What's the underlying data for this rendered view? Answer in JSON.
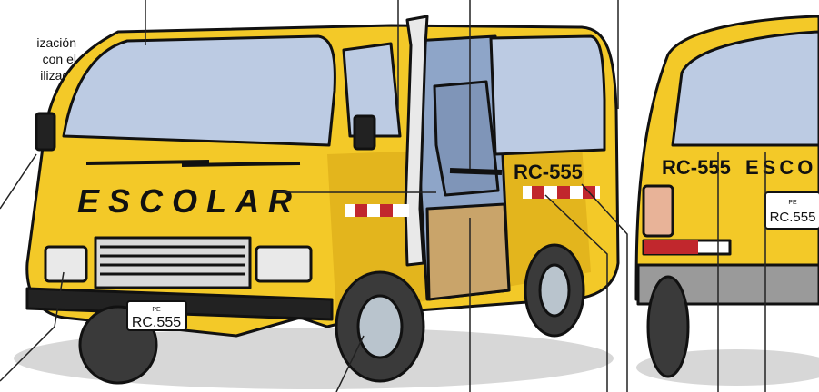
{
  "caption_lines": [
    "ización",
    "con el",
    "ilizado"
  ],
  "front_banner": "ESCOLAR",
  "side_plate": "RC-555",
  "front_license": {
    "country": "PE",
    "number": "RC.555"
  },
  "rear_plate": "RC-555",
  "rear_banner": "ESCO",
  "rear_license": {
    "country": "PE",
    "number": "RC.555"
  },
  "colors": {
    "bus_yellow": "#f3c928",
    "bus_shadow": "#c99a12",
    "glass": "#bccbe3",
    "outline": "#111111",
    "tire": "#3a3a3a",
    "wheel_rim": "#b9c4cd",
    "stripe_red": "#c1272d",
    "ground": "#d7d7d7",
    "floor": "#c9a46a"
  },
  "icons": [
    "mirror-icon",
    "seatbelt-icon",
    "seat-icon",
    "headlight-icon",
    "taillight-icon"
  ]
}
